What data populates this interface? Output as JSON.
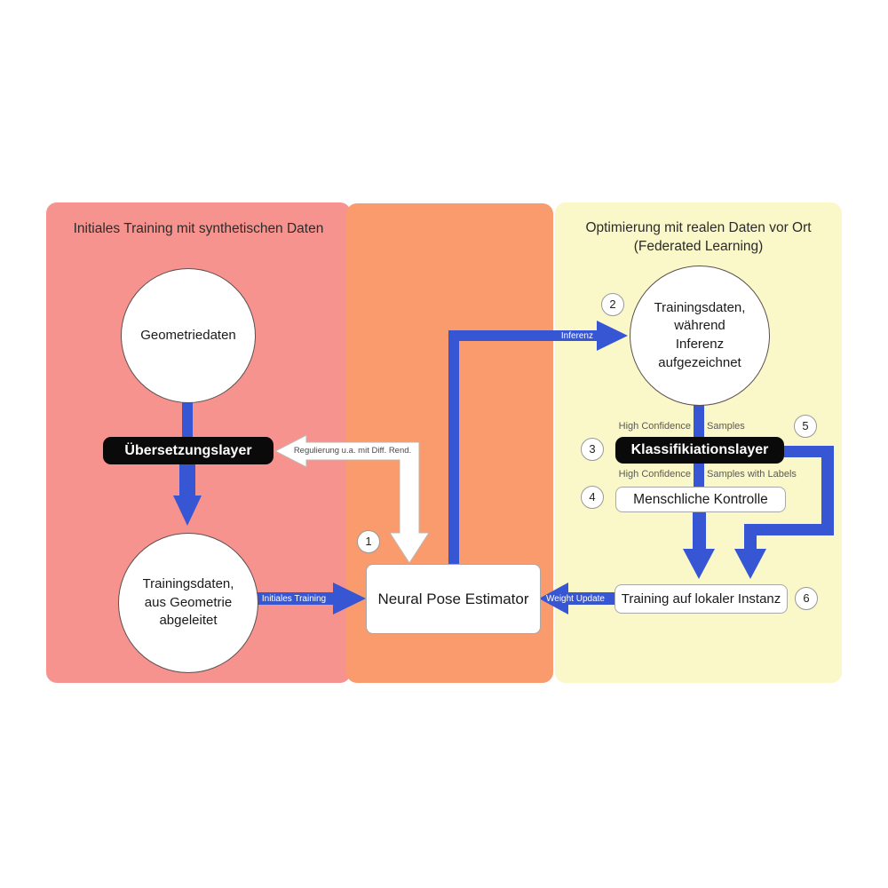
{
  "panels": {
    "synthetic": {
      "title": "Initiales Training mit synthetischen Daten"
    },
    "federated": {
      "title": "Optimierung mit realen Daten vor Ort\n(Federated Learning)"
    }
  },
  "nodes": {
    "geometry_data": {
      "label": "Geometriedaten"
    },
    "translation_layer": {
      "label": "Übersetzungslayer"
    },
    "training_data_synthetic": {
      "label": "Trainingsdaten,\naus Geometrie\nabgeleitet"
    },
    "neural_pose_estimator": {
      "label": "Neural Pose Estimator"
    },
    "training_data_inference": {
      "label": "Trainingsdaten,\nwährend\nInferenz\naufgezeichnet"
    },
    "classification_layer": {
      "label": "Klassifikiationslayer"
    },
    "human_control": {
      "label": "Menschliche Kontrolle"
    },
    "local_training": {
      "label": "Training auf lokaler Instanz"
    }
  },
  "edges": {
    "initiales_training": {
      "label": "Initiales Training"
    },
    "inferenz": {
      "label": "Inferenz"
    },
    "weight_update": {
      "label": "Weight Update"
    },
    "regulierung": {
      "label": "Regulierung u.a. mit Diff. Rend."
    },
    "samples_row": {
      "left": "High Confidence",
      "right": "Samples"
    },
    "samples_labels_row": {
      "left": "High Confidence",
      "right": "Samples with Labels"
    }
  },
  "badges": {
    "b1": "1",
    "b2": "2",
    "b3": "3",
    "b4": "4",
    "b5": "5",
    "b6": "6"
  },
  "colors": {
    "panel_pink": "#F7938E",
    "panel_orange": "#F99B6C",
    "panel_yellow": "#FAF7C8",
    "arrow_blue": "#3756D3",
    "box_black": "#0A0A0A",
    "box_white": "#FFFFFF"
  }
}
